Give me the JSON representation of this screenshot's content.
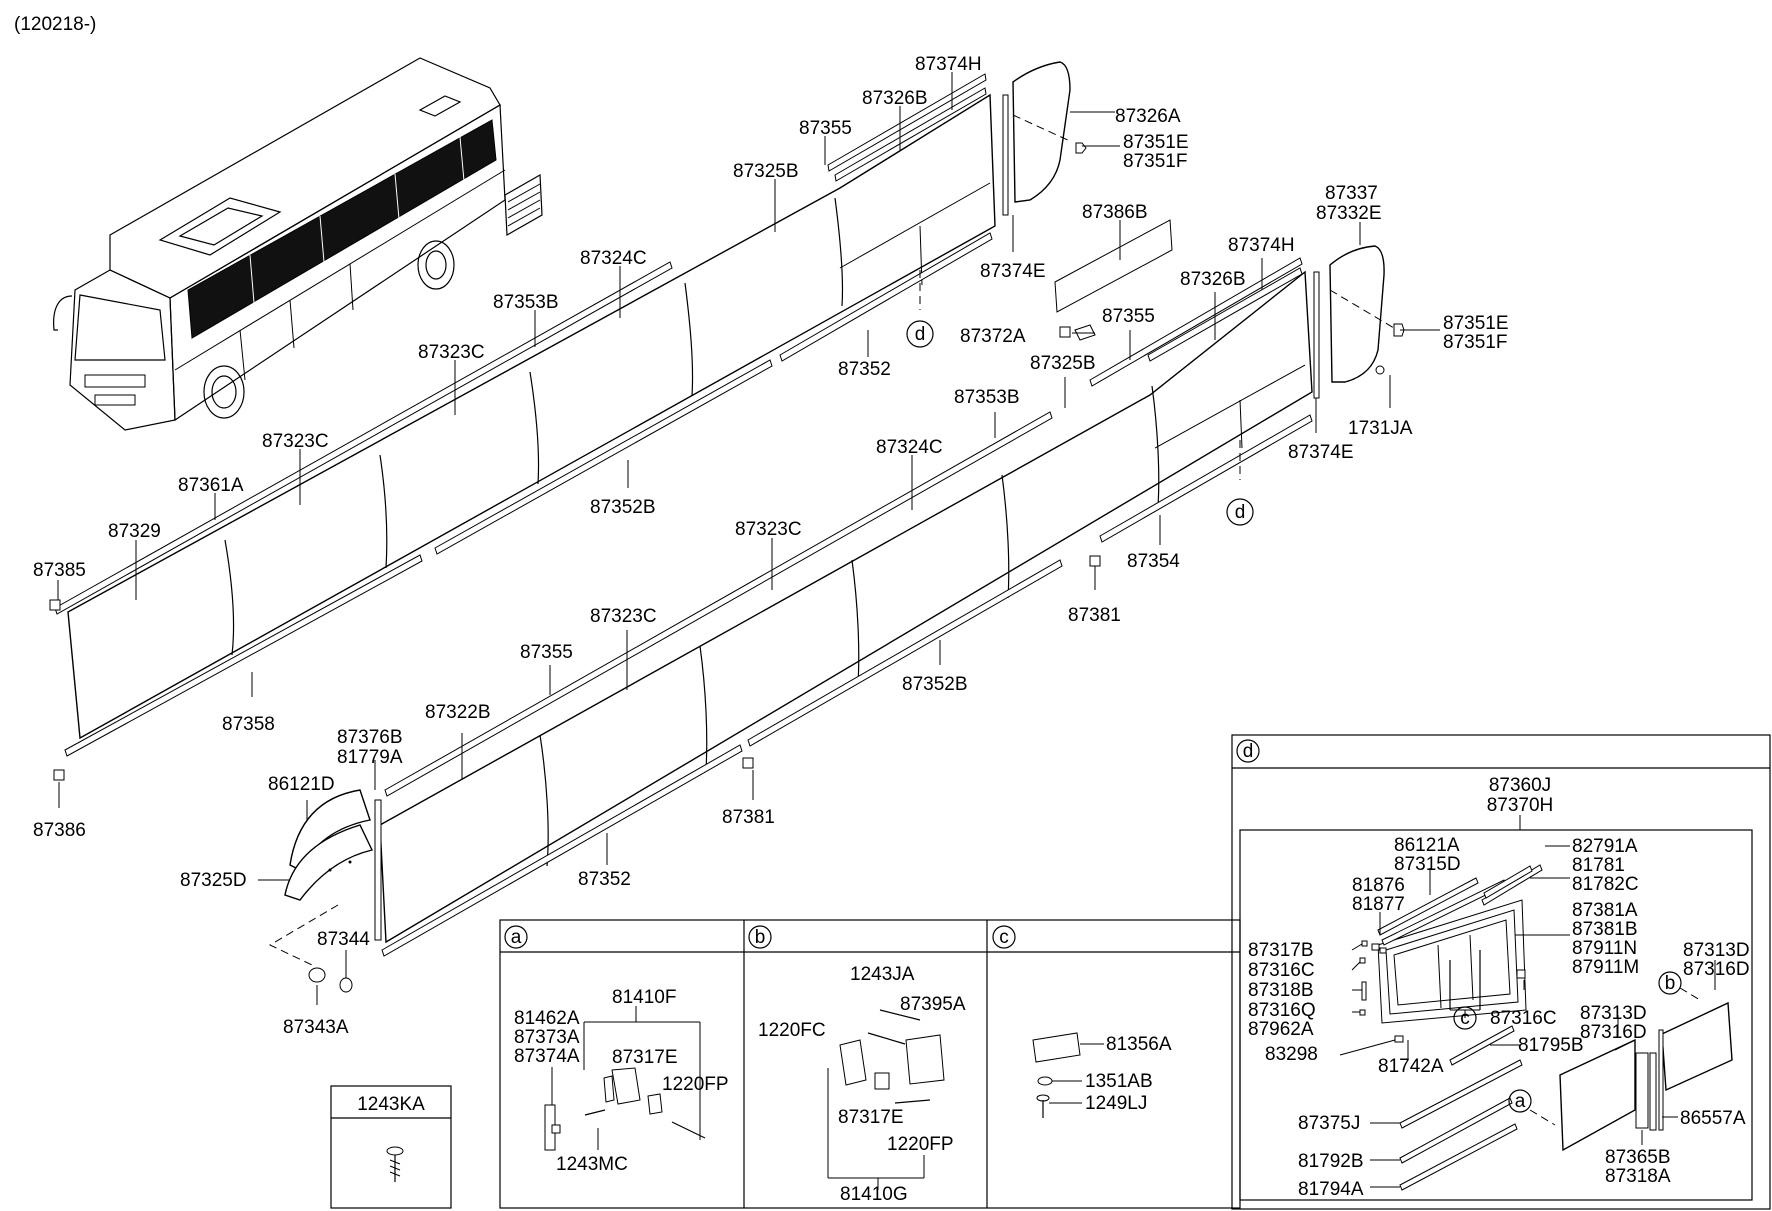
{
  "header": {
    "code": "(120218-)"
  },
  "labels": {
    "p87374H_1": "87374H",
    "p87326B_1": "87326B",
    "p87326A": "87326A",
    "p87351E_1": "87351E",
    "p87351F_1": "87351F",
    "p87355_1": "87355",
    "p87325B_1": "87325B",
    "p87324C_1": "87324C",
    "p87353B_1": "87353B",
    "p87323C_1": "87323C",
    "p87323C_2": "87323C",
    "p87361A": "87361A",
    "p87329": "87329",
    "p87385": "87385",
    "p87358": "87358",
    "p87386": "87386",
    "p87352B_1": "87352B",
    "p87352_1": "87352",
    "p87374E_1": "87374E",
    "p87386B": "87386B",
    "p87372A": "87372A",
    "p87355_2": "87355",
    "p87337": "87337",
    "p87332E": "87332E",
    "p87374H_2": "87374H",
    "p87326B_2": "87326B",
    "p87351E_2": "87351E",
    "p87351F_2": "87351F",
    "p1731JA": "1731JA",
    "p87374E_2": "87374E",
    "p87325B_2": "87325B",
    "p87353B_2": "87353B",
    "p87324C_2": "87324C",
    "p87323C_3": "87323C",
    "p87354": "87354",
    "p87381_1": "87381",
    "p87352B_2": "87352B",
    "p87323C_4": "87323C",
    "p87355_3": "87355",
    "p87322B": "87322B",
    "p87376B": "87376B",
    "p81779A": "81779A",
    "p86121D": "86121D",
    "p87325D": "87325D",
    "p87344": "87344",
    "p87343A": "87343A",
    "p87381_2": "87381",
    "p87352_2": "87352",
    "p1243KA": "1243KA"
  },
  "detail_a": {
    "tag": "a",
    "labels": [
      "81410F",
      "81462A",
      "87373A",
      "87374A",
      "87317E",
      "1220FP",
      "1243MC"
    ]
  },
  "detail_b": {
    "tag": "b",
    "labels": [
      "1243JA",
      "87395A",
      "1220FC",
      "87317E",
      "1220FP",
      "81410G"
    ]
  },
  "detail_c": {
    "tag": "c",
    "labels": [
      "81356A",
      "1351AB",
      "1249LJ"
    ]
  },
  "detail_d": {
    "tag": "d",
    "title_1": "87360J",
    "title_2": "87370H",
    "labels": {
      "l86121A": "86121A",
      "l87315D": "87315D",
      "l81876": "81876",
      "l81877": "81877",
      "l82791A": "82791A",
      "l81781": "81781",
      "l81782C": "81782C",
      "l87381A": "87381A",
      "l87381B": "87381B",
      "l87911N": "87911N",
      "l87911M": "87911M",
      "l87317B": "87317B",
      "l87316C_1": "87316C",
      "l87318B": "87318B",
      "l87316Q": "87316Q",
      "l87962A": "87962A",
      "l83298": "83298",
      "l81742A": "81742A",
      "l87316C_2": "87316C",
      "l81795B": "81795B",
      "l87313D_1": "87313D",
      "l87316D_1": "87316D",
      "l87313D_2": "87313D",
      "l87316D_2": "87316D",
      "l87375J": "87375J",
      "l81792B": "81792B",
      "l81794A": "81794A",
      "l87365B": "87365B",
      "l87318A": "87318A",
      "l86557A": "86557A",
      "tag_b": "b",
      "tag_c": "c",
      "tag_a": "a"
    }
  },
  "callouts": {
    "d1": "d",
    "d2": "d"
  }
}
